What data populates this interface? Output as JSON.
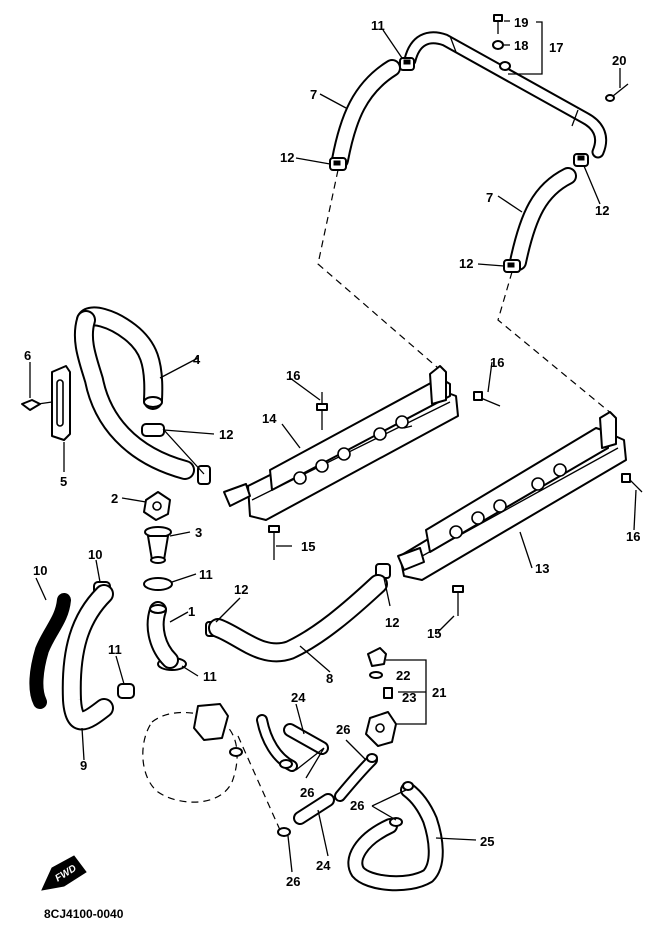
{
  "diagram_code": "8CJ4100-0040",
  "fwd_label": "FWD",
  "callouts": [
    {
      "id": "c1",
      "text": "1"
    },
    {
      "id": "c2",
      "text": "2"
    },
    {
      "id": "c3",
      "text": "3"
    },
    {
      "id": "c4",
      "text": "4"
    },
    {
      "id": "c5",
      "text": "5"
    },
    {
      "id": "c6",
      "text": "6"
    },
    {
      "id": "c7a",
      "text": "7"
    },
    {
      "id": "c7b",
      "text": "7"
    },
    {
      "id": "c8",
      "text": "8"
    },
    {
      "id": "c9",
      "text": "9"
    },
    {
      "id": "c10",
      "text": "10"
    },
    {
      "id": "c11a",
      "text": "11"
    },
    {
      "id": "c11b",
      "text": "11"
    },
    {
      "id": "c11c",
      "text": "11"
    },
    {
      "id": "c11d",
      "text": "11"
    },
    {
      "id": "c11e",
      "text": "11"
    },
    {
      "id": "c12a",
      "text": "12"
    },
    {
      "id": "c12b",
      "text": "12"
    },
    {
      "id": "c12c",
      "text": "12"
    },
    {
      "id": "c12d",
      "text": "12"
    },
    {
      "id": "c12e",
      "text": "12"
    },
    {
      "id": "c12f",
      "text": "12"
    },
    {
      "id": "c12g",
      "text": "12"
    },
    {
      "id": "c13",
      "text": "13"
    },
    {
      "id": "c14",
      "text": "14"
    },
    {
      "id": "c15a",
      "text": "15"
    },
    {
      "id": "c15b",
      "text": "15"
    },
    {
      "id": "c16a",
      "text": "16"
    },
    {
      "id": "c16b",
      "text": "16"
    },
    {
      "id": "c16c",
      "text": "16"
    },
    {
      "id": "c17",
      "text": "17"
    },
    {
      "id": "c18",
      "text": "18"
    },
    {
      "id": "c19",
      "text": "19"
    },
    {
      "id": "c20",
      "text": "20"
    },
    {
      "id": "c21",
      "text": "21"
    },
    {
      "id": "c22",
      "text": "22"
    },
    {
      "id": "c23",
      "text": "23"
    },
    {
      "id": "c24a",
      "text": "24"
    },
    {
      "id": "c24b",
      "text": "24"
    },
    {
      "id": "c25",
      "text": "25"
    },
    {
      "id": "c26a",
      "text": "26"
    },
    {
      "id": "c26b",
      "text": "26"
    },
    {
      "id": "c26c",
      "text": "26"
    },
    {
      "id": "c26d",
      "text": "26"
    }
  ]
}
